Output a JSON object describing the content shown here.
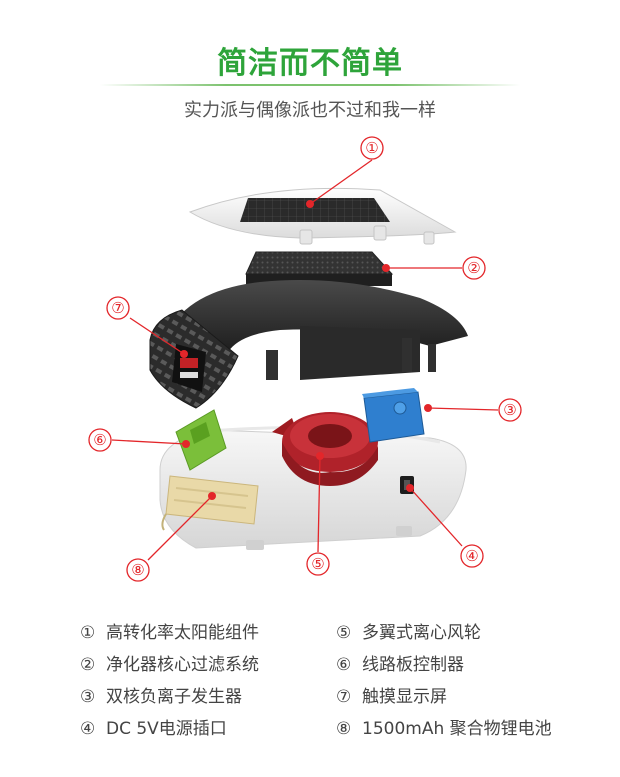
{
  "header": {
    "title": "简洁而不简单",
    "subtitle": "实力派与偶像派也不过和我一样"
  },
  "colors": {
    "title_green": "#2ea43a",
    "callout_red": "#e3262a",
    "text_gray": "#444444"
  },
  "callouts": [
    {
      "mark": "①"
    },
    {
      "mark": "②"
    },
    {
      "mark": "③"
    },
    {
      "mark": "④"
    },
    {
      "mark": "⑤"
    },
    {
      "mark": "⑥"
    },
    {
      "mark": "⑦"
    },
    {
      "mark": "⑧"
    }
  ],
  "legend": {
    "left": [
      {
        "mark": "①",
        "text": "高转化率太阳能组件"
      },
      {
        "mark": "②",
        "text": "净化器核心过滤系统"
      },
      {
        "mark": "③",
        "text": "双核负离子发生器"
      },
      {
        "mark": "④",
        "text": "DC 5V电源插口"
      }
    ],
    "right": [
      {
        "mark": "⑤",
        "text": "多翼式离心风轮"
      },
      {
        "mark": "⑥",
        "text": "线路板控制器"
      },
      {
        "mark": "⑦",
        "text": "触摸显示屏"
      },
      {
        "mark": "⑧",
        "text": "1500mAh 聚合物锂电池"
      }
    ]
  }
}
